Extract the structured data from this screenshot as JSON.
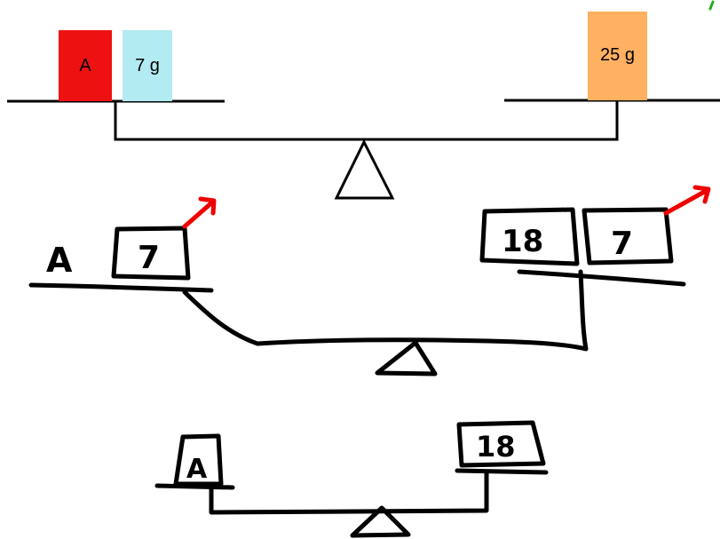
{
  "top_balance": {
    "left_pan": [
      {
        "label": "A",
        "color": "#ee1111"
      },
      {
        "label": "7 g",
        "color": "#b2ebf2"
      }
    ],
    "right_pan": [
      {
        "label": "25 g",
        "color": "#ffb060"
      }
    ]
  },
  "middle_balance": {
    "left_label": "A",
    "left_box": "7",
    "right_boxes": [
      "18",
      "7"
    ],
    "removal_arrow_color": "#ee0000"
  },
  "bottom_balance": {
    "left_box": "A",
    "right_box": "18"
  },
  "colors": {
    "ink": "#000000",
    "corner_mark": "#22aa22"
  }
}
